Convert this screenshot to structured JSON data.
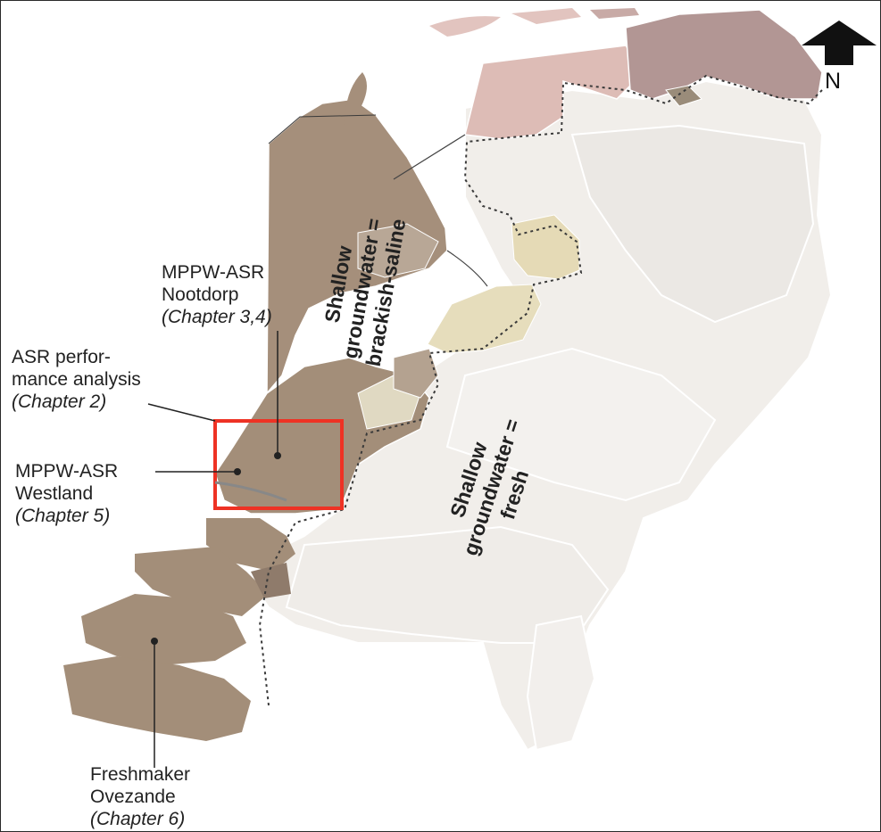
{
  "labels": {
    "nootdorp": {
      "line1": "MPPW-ASR",
      "line2": "Nootdorp",
      "chapter": "(Chapter 3,4)"
    },
    "performance": {
      "line1": "ASR perfor-",
      "line2": "mance analysis",
      "chapter": "(Chapter 2)"
    },
    "westland": {
      "line1": "MPPW-ASR",
      "line2": "Westland",
      "chapter": "(Chapter 5)"
    },
    "freshmaker": {
      "line1": "Freshmaker",
      "line2": "Ovezande",
      "chapter": "(Chapter 6)"
    }
  },
  "zones": {
    "saline": {
      "line1": "Shallow",
      "line2": "groundwater =",
      "line3": "brackish-saline"
    },
    "fresh": {
      "line1": "Shallow",
      "line2": "groundwater =",
      "line3": "fresh"
    }
  },
  "north": {
    "letter": "N"
  },
  "colors": {
    "saline_brown": "#a4907c",
    "saline_light": "#b8a898",
    "pink": "#ddbbb5",
    "dark_pink": "#b19593",
    "flevoland": "#e4dbb8",
    "fresh_land": "#f0ede9",
    "highlight_box": "#ee3224"
  }
}
